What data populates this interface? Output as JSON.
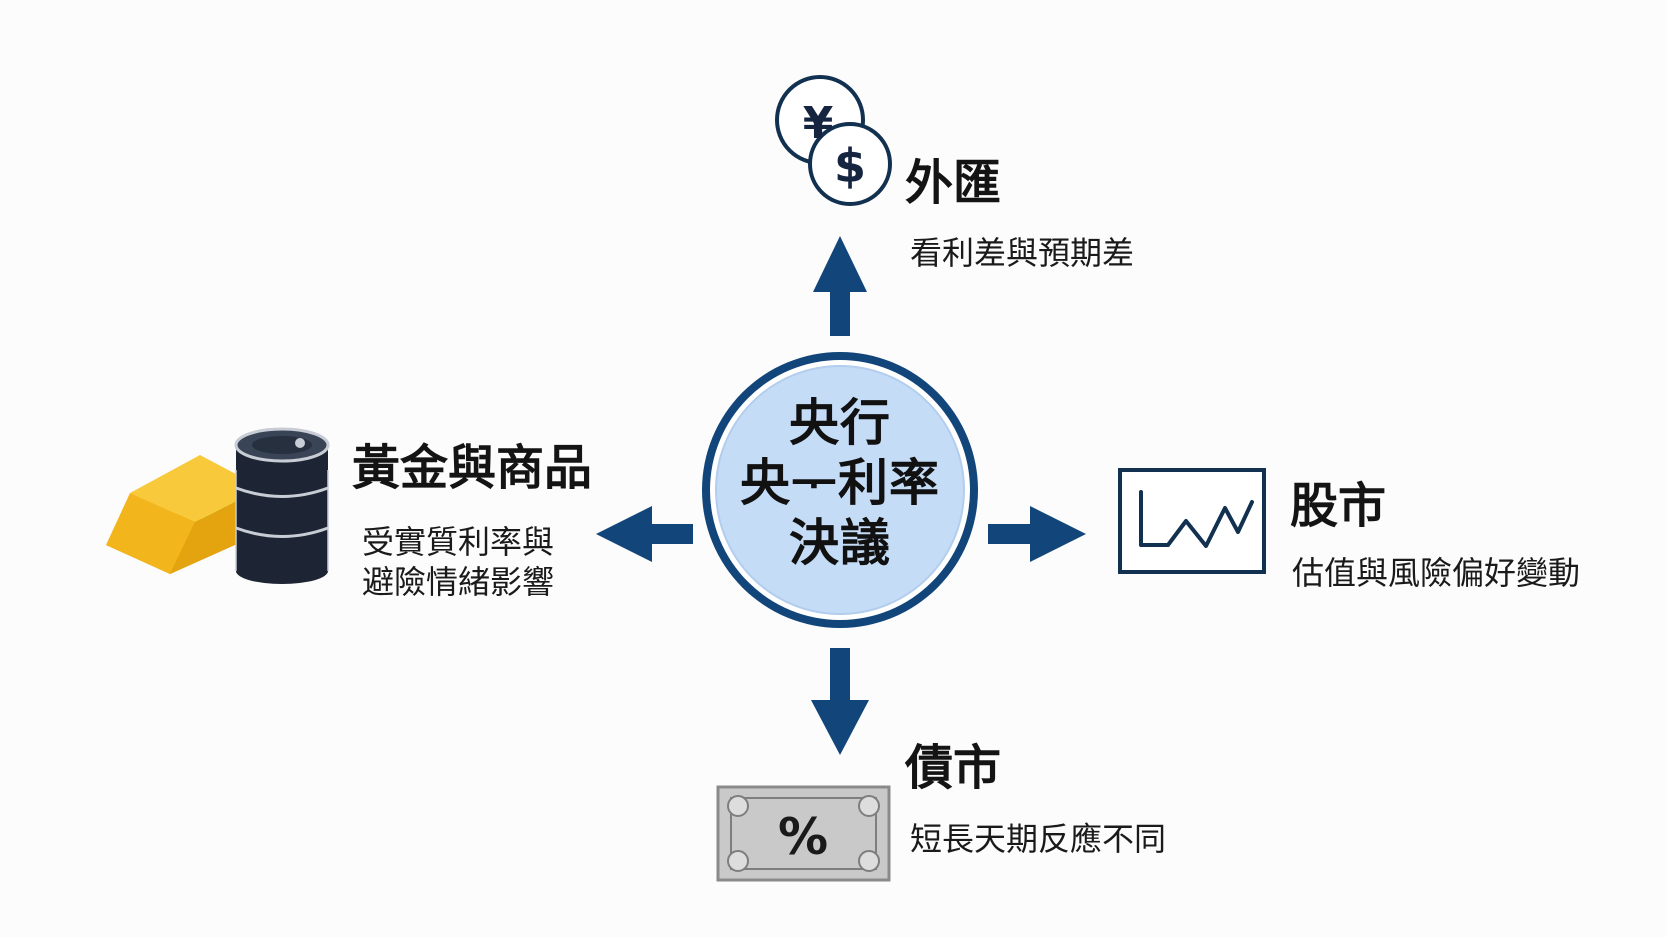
{
  "center": {
    "lines": [
      "央行",
      "央ᅮ利率",
      "決議"
    ]
  },
  "nodes": {
    "forex": {
      "title": "外匯",
      "desc_lines": [
        "看利差與預期差"
      ],
      "icon": "currency-coins-icon"
    },
    "stocks": {
      "title": "股市",
      "desc_lines": [
        "估值與風險偏好變動"
      ],
      "icon": "stock-chart-icon"
    },
    "bonds": {
      "title": "債市",
      "desc_lines": [
        "短長天期反應不同"
      ],
      "icon": "bond-certificate-icon",
      "icon_text": "%"
    },
    "commodities": {
      "title": "黃金與商品",
      "desc_lines": [
        "受實質利率與",
        "避險情緒影響"
      ],
      "icon": "gold-and-oil-icon"
    }
  },
  "currency_symbols": {
    "yen": "¥",
    "dollar": "$"
  },
  "colors": {
    "arrow": "#12457a",
    "circle_fill": "#c5dcf7",
    "circle_stroke": "#12457a",
    "gold": "#f2b51c",
    "oil_drum": "#1d2433",
    "icon_stroke": "#12304f"
  }
}
